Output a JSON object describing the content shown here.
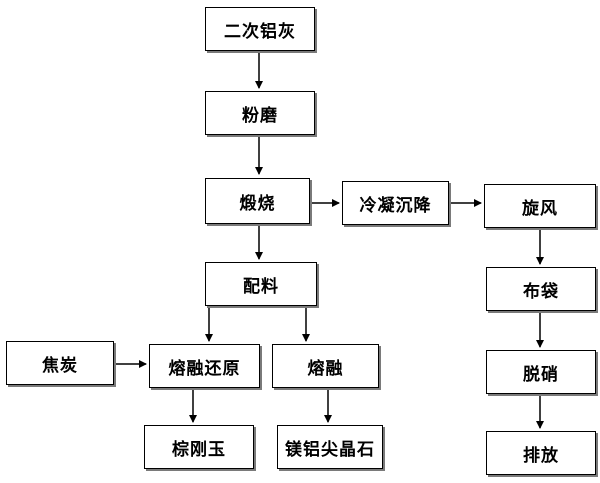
{
  "nodes": {
    "secondary_aluminum_ash": "二次铝灰",
    "grinding": "粉磨",
    "calcination": "煅烧",
    "condensation_settling": "冷凝沉降",
    "cyclone": "旋风",
    "batching": "配料",
    "bag_filter": "布袋",
    "coke": "焦炭",
    "smelting_reduction": "熔融还原",
    "melting": "熔融",
    "denitrification": "脱硝",
    "brown_corundum": "棕刚玉",
    "magnesium_aluminum_spinel": "镁铝尖晶石",
    "discharge": "排放"
  },
  "colors": {
    "border": "#000000",
    "shadow": "#7a7a7a",
    "arrow": "#000000"
  }
}
